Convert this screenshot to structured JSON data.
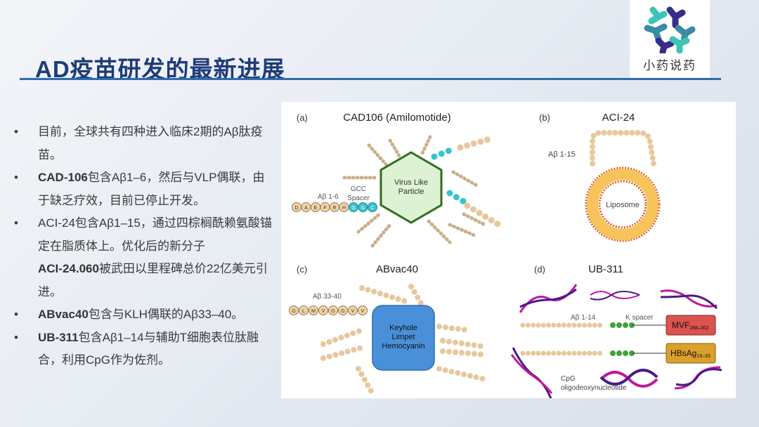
{
  "title": "AD疫苗研发的最新进展",
  "logo": {
    "text": "小药说药"
  },
  "bullets": [
    {
      "bold": "",
      "text": "目前，全球共有四种进入临床2期的Aβ肽疫苗。"
    },
    {
      "bold": "CAD-106",
      "text": "包含Aβ1–6，然后与VLP偶联，由于缺乏疗效，目前已停止开发。"
    },
    {
      "bold": "",
      "text": "ACI-24包含Aβ1–15，通过四棕榈酰赖氨酸锚定在脂质体上。优化后的新分子",
      "bold2": "ACI-24.060",
      "text2": "被武田以里程碑总价22亿美元引进。"
    },
    {
      "bold": "ABvac40",
      "text": "包含与KLH偶联的Aβ33–40。"
    },
    {
      "bold": "UB-311",
      "text": "包含Aβ1–14与辅助T细胞表位肽融合，利用CpG作为佐剂。"
    }
  ],
  "figure": {
    "a": {
      "letter": "(a)",
      "title": "CAD106 (Amilomotide)",
      "core": [
        "Virus Like",
        "Particle"
      ],
      "epitope": "Aβ 1-6",
      "spacer": [
        "GCC",
        "Spacer"
      ],
      "seq": "DAEFRH",
      "spacer_seq": "GGC"
    },
    "b": {
      "letter": "(b)",
      "title": "ACI-24",
      "epitope": "Aβ 1-15",
      "core": "Liposome"
    },
    "c": {
      "letter": "(c)",
      "title": "ABvac40",
      "epitope": "Aβ 33-40",
      "seq": "GLMVGGVV",
      "core": [
        "Keyhole",
        "Limpet",
        "Hemocyanin"
      ]
    },
    "d": {
      "letter": "(d)",
      "title": "UB-311",
      "epitope": "Aβ 1-14",
      "spacer": "K spacer",
      "box1": "MVF",
      "box1_sub": "288–302",
      "box2": "HBsAg",
      "box2_sub": "19–33",
      "cpg": [
        "CpG",
        "oligodeoxynucleotide"
      ]
    }
  },
  "colors": {
    "title": "#1f3b78",
    "rule": "#2e6bb0",
    "bead": "#f1d3a8",
    "spacer": "#38c2d0",
    "vlp": "#ddf2d3",
    "klh": "#4a90d9",
    "mvf": "#d9534f",
    "hbs": "#dba02a"
  }
}
